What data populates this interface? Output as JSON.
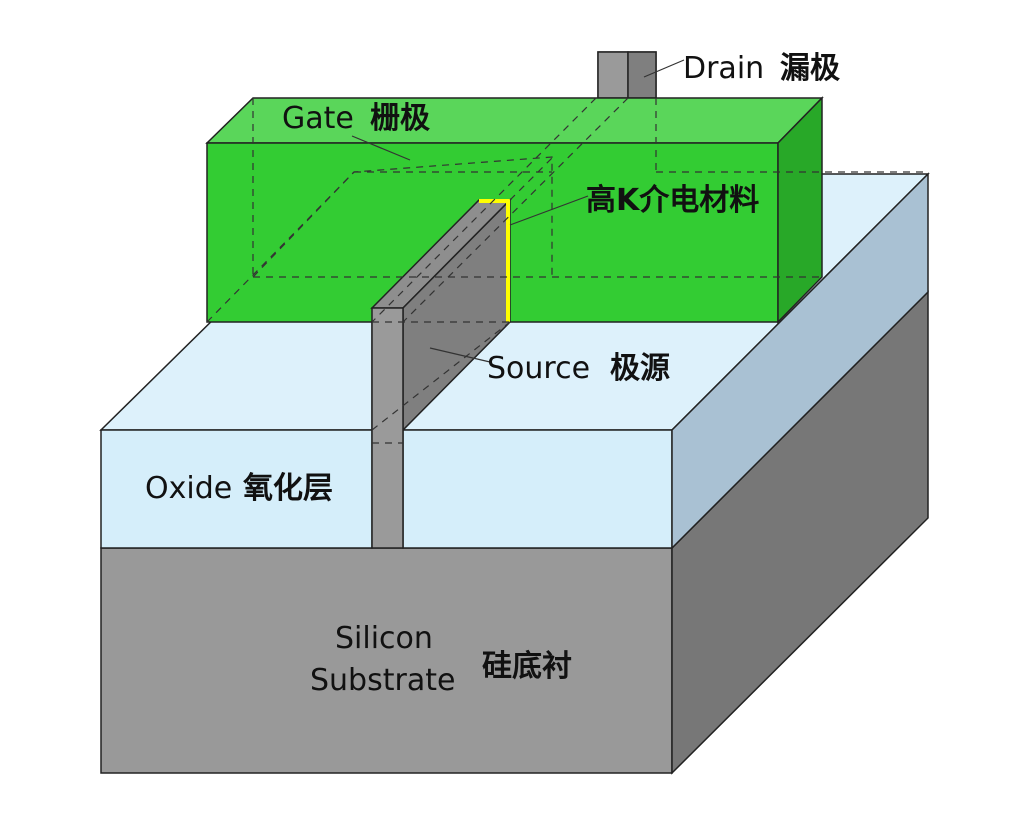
{
  "labels": {
    "drain_en": "Drain",
    "drain_zh": "漏极",
    "gate_en": "Gate",
    "gate_zh": "栅极",
    "highk_zh": "高K介电材料",
    "source_en": "Source",
    "source_zh": "极源",
    "oxide_en": "Oxide",
    "oxide_zh": "氧化层",
    "substrate_en_line1": "Silicon",
    "substrate_en_line2": "Substrate",
    "substrate_zh": "硅底衬"
  },
  "colors": {
    "gate_front": "#33cc33",
    "gate_top": "#5ad65a",
    "gate_side": "#28a828",
    "oxide_front": "#d5eefa",
    "oxide_top": "#ddf1fb",
    "oxide_side": "#a9c1d3",
    "substrate_front": "#999999",
    "substrate_side": "#777777",
    "fin_front": "#9a9a9a",
    "fin_side": "#7f7f7f",
    "highk": "#ffff00",
    "outline": "#222222"
  }
}
